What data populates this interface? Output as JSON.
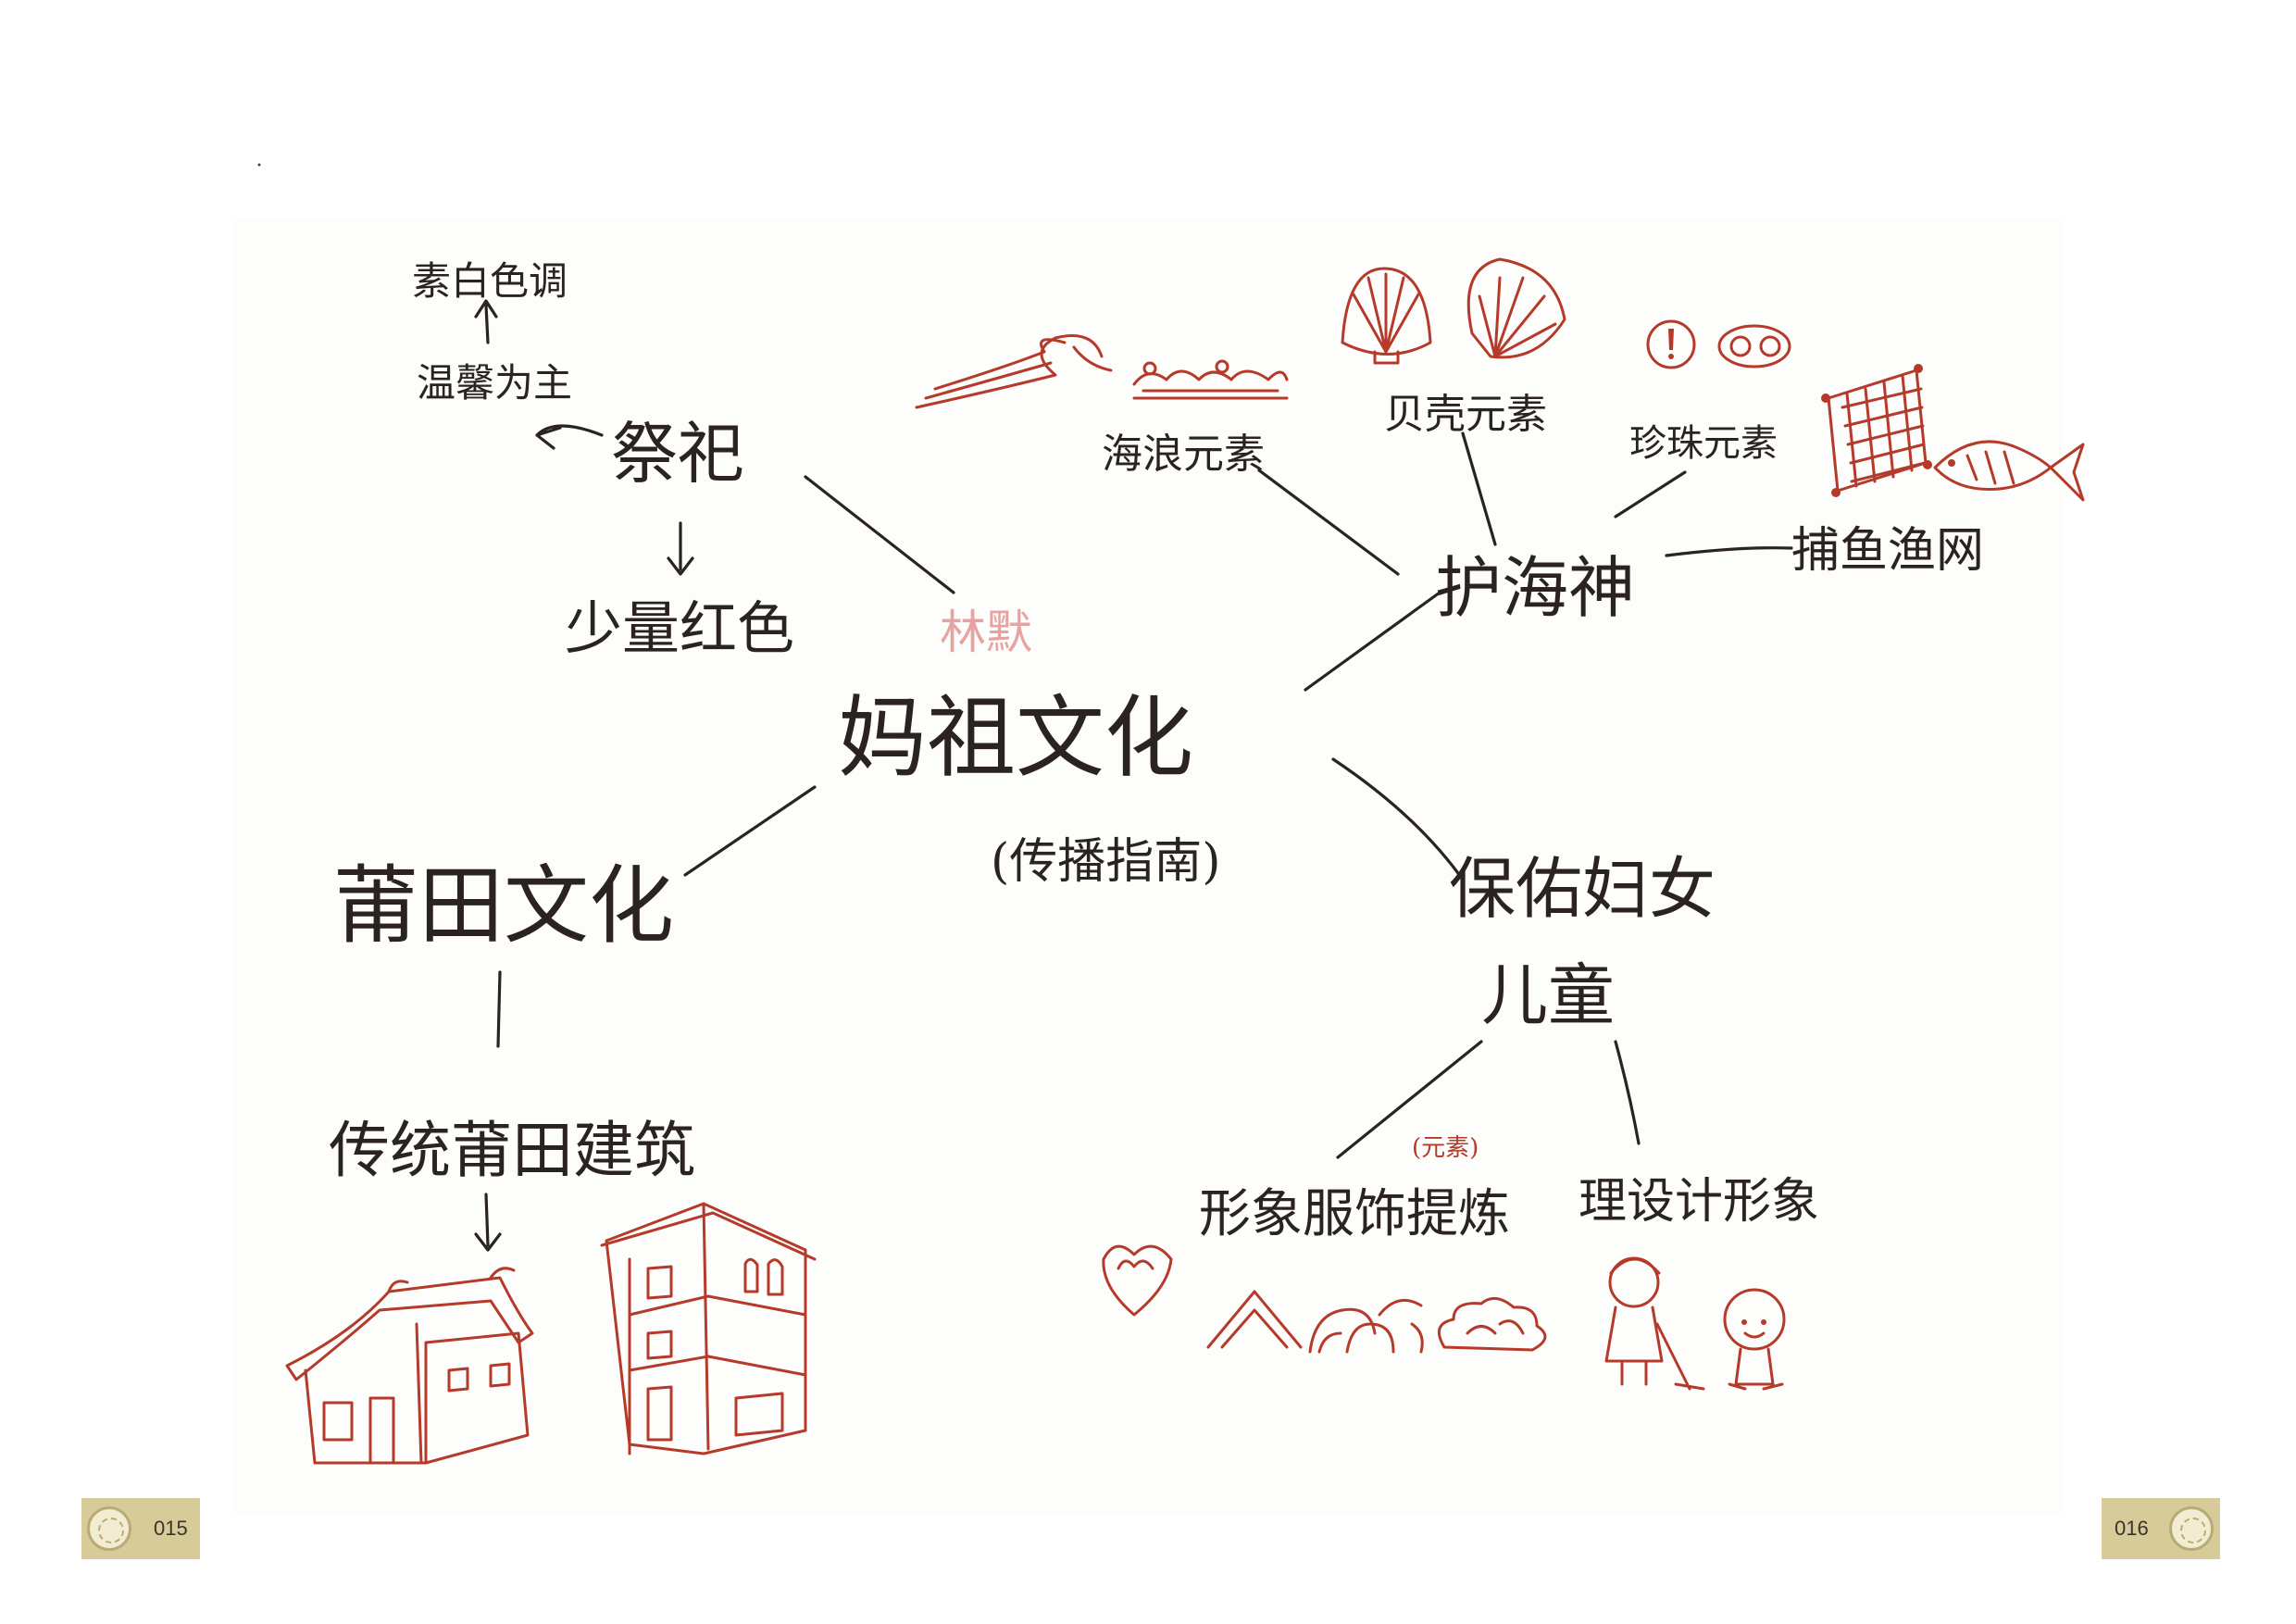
{
  "center": {
    "title": "妈祖文化",
    "subtitle": "(传播指南)",
    "name": "林默"
  },
  "branches": {
    "ritual": {
      "label": "祭祀",
      "tone": "温馨为主",
      "palette": "素白色调",
      "accent": "少量红色"
    },
    "guardian": {
      "label": "护海神",
      "waves": "海浪元素",
      "shells": "贝壳元素",
      "pearls": "珍珠元素",
      "net": "捕鱼渔网"
    },
    "children": {
      "label_line1": "保佑妇女",
      "label_line2": "儿童",
      "costume": "形象服饰提炼",
      "costume_note": "(元素)",
      "character": "理设计形象"
    },
    "putian": {
      "label": "莆田文化",
      "architecture": "传统莆田建筑"
    }
  },
  "footer": {
    "left_page": "015",
    "right_page": "016"
  },
  "colors": {
    "ink": "#2a2320",
    "accent_red": "#b53a2a",
    "badge": "#d8cb9a"
  }
}
